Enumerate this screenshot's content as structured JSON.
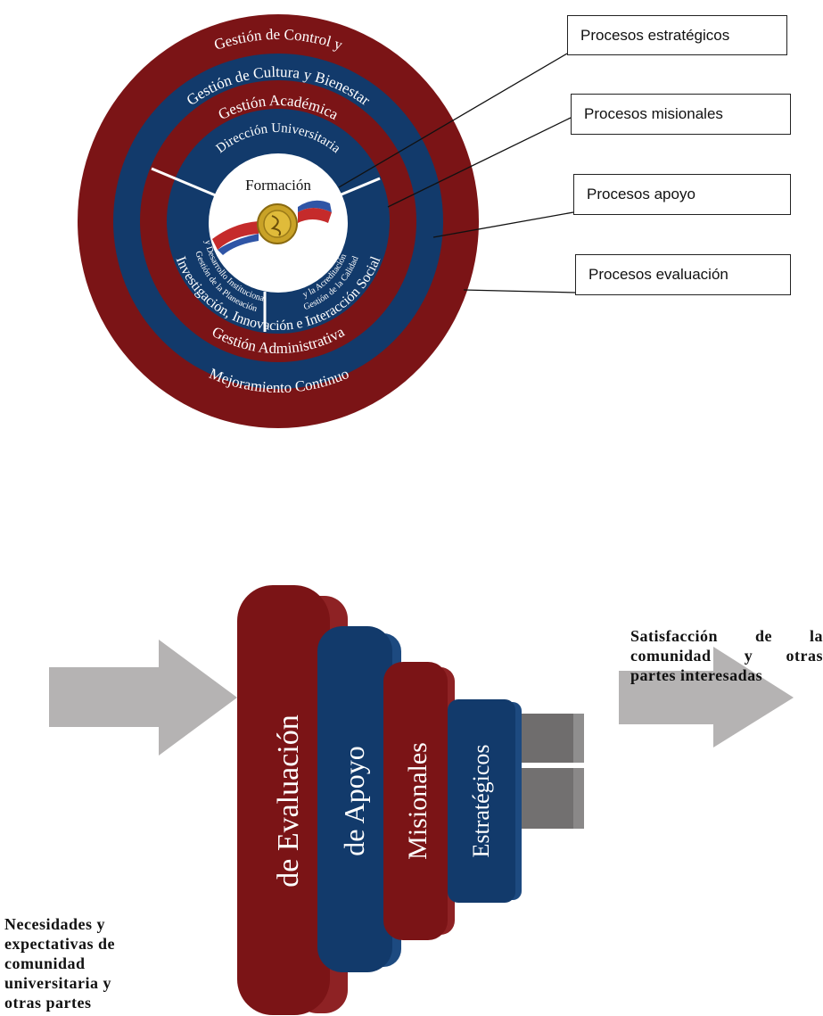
{
  "circle_diagram": {
    "rings": {
      "outer_top": "Gestión de Control y",
      "outer_bottom": "Mejoramiento Continuo",
      "apoyo_top": "Gestión de Cultura y Bienestar",
      "apoyo_bottom": "Gestión Administrativa",
      "misional_top": "Gestión Académica",
      "misional_bottom": "Investigación, Innovación e Interacción Social",
      "estrategico_top": "Dirección Universitaria",
      "estrategico_left_1": "Gestión de la Planeación",
      "estrategico_left_2": "y Desarrollo Institucional",
      "estrategico_right_1": "Gestión de la Calidad",
      "estrategico_right_2": "y la Acreditación"
    },
    "center": "Formación",
    "labels": [
      "Procesos estratégicos",
      "Procesos misionales",
      "Procesos apoyo",
      "Procesos evaluación"
    ]
  },
  "layer_diagram": {
    "layers": [
      "de Evaluación",
      "de Apoyo",
      "Misionales",
      "Estratégicos"
    ],
    "input_text": [
      "Necesidades y",
      "expectativas de",
      "comunidad",
      "universitaria y",
      "otras partes"
    ],
    "output_text": [
      "Satisfacción de la",
      "comunidad y otras",
      "partes interesadas"
    ]
  },
  "colors": {
    "dark_red": "#7b1416",
    "dark_blue": "#123a6b",
    "arrow_gray": "#b5b3b3"
  }
}
